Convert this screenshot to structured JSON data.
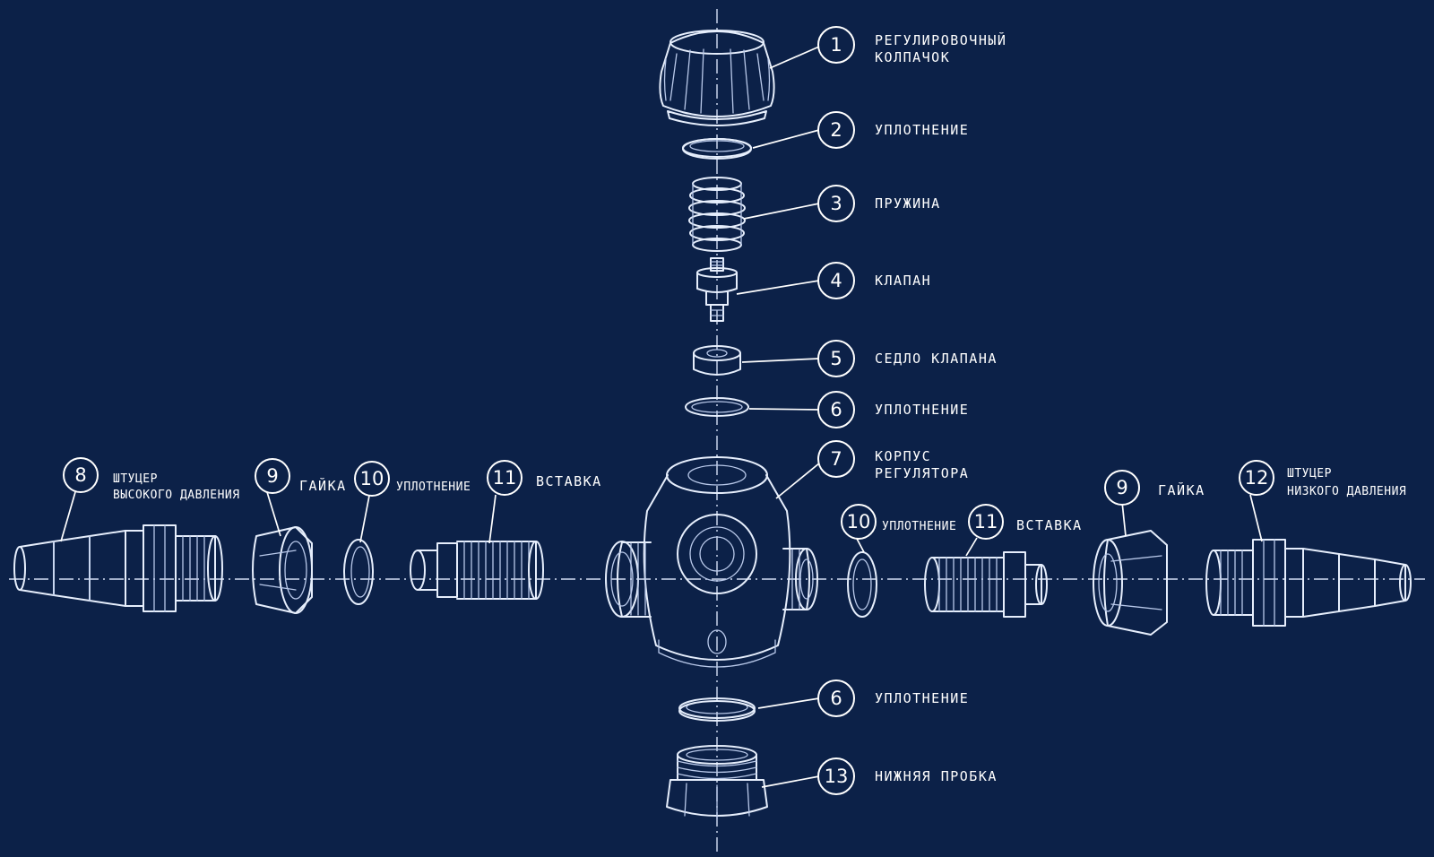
{
  "colors": {
    "background": "#0c2148",
    "line": "#e6eefc"
  },
  "callouts": [
    {
      "id": "c1",
      "number": "1",
      "lines": [
        "РЕГУЛИРОВОЧНЫЙ",
        "КОЛПАЧОК"
      ]
    },
    {
      "id": "c2",
      "number": "2",
      "lines": [
        "УПЛОТНЕНИЕ"
      ]
    },
    {
      "id": "c3",
      "number": "3",
      "lines": [
        "ПРУЖИНА"
      ]
    },
    {
      "id": "c4",
      "number": "4",
      "lines": [
        "КЛАПАН"
      ]
    },
    {
      "id": "c5",
      "number": "5",
      "lines": [
        "СЕДЛО КЛАПАНА"
      ]
    },
    {
      "id": "c6a",
      "number": "6",
      "lines": [
        "УПЛОТНЕНИЕ"
      ]
    },
    {
      "id": "c7",
      "number": "7",
      "lines": [
        "КОРПУС",
        "РЕГУЛЯТОРА"
      ]
    },
    {
      "id": "c6b",
      "number": "6",
      "lines": [
        "УПЛОТНЕНИЕ"
      ]
    },
    {
      "id": "c13",
      "number": "13",
      "lines": [
        "НИЖНЯЯ ПРОБКА"
      ]
    },
    {
      "id": "c8",
      "number": "8",
      "lines": [
        "ШТУЦЕР",
        "ВЫСОКОГО ДАВЛЕНИЯ"
      ]
    },
    {
      "id": "c9a",
      "number": "9",
      "lines": [
        "ГАЙКА"
      ]
    },
    {
      "id": "c10a",
      "number": "10",
      "lines": [
        "УПЛОТНЕНИЕ"
      ]
    },
    {
      "id": "c11a",
      "number": "11",
      "lines": [
        "ВСТАВКА"
      ]
    },
    {
      "id": "c10b",
      "number": "10",
      "lines": [
        "УПЛОТНЕНИЕ"
      ]
    },
    {
      "id": "c11b",
      "number": "11",
      "lines": [
        "ВСТАВКА"
      ]
    },
    {
      "id": "c9b",
      "number": "9",
      "lines": [
        "ГАЙКА"
      ]
    },
    {
      "id": "c12",
      "number": "12",
      "lines": [
        "ШТУЦЕР",
        "НИЗКОГО ДАВЛЕНИЯ"
      ]
    }
  ]
}
